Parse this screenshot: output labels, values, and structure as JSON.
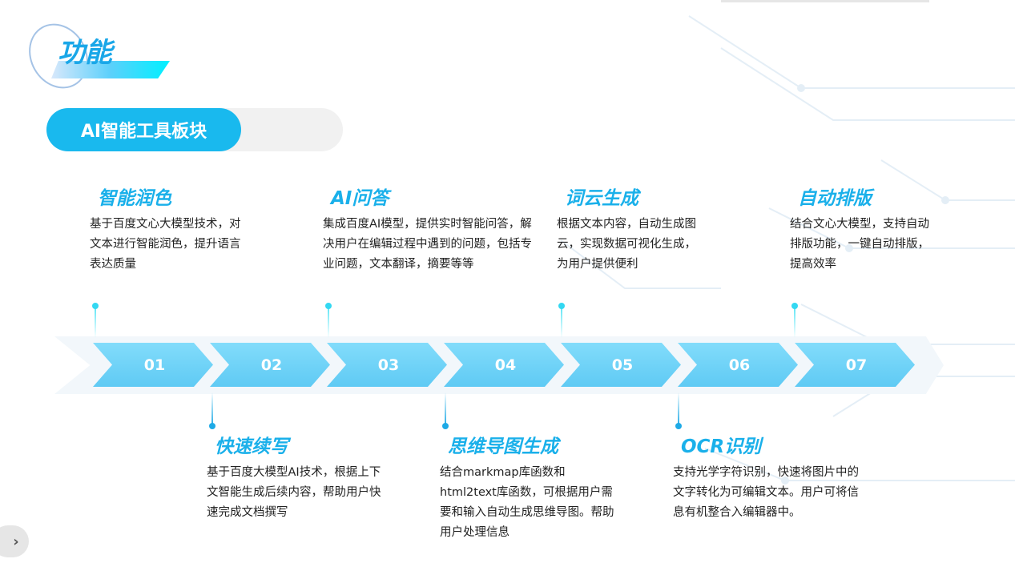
{
  "header": {
    "title": "功能",
    "section_label": "AI智能工具板块"
  },
  "steps": [
    "01",
    "02",
    "03",
    "04",
    "05",
    "06",
    "07"
  ],
  "features": [
    {
      "title": "智能润色",
      "desc": "基于百度文心大模型技术，对文本进行智能润色，提升语言表达质量"
    },
    {
      "title": "快速续写",
      "desc": "基于百度大模型AI技术，根据上下文智能生成后续内容，帮助用户快速完成文档撰写"
    },
    {
      "title": "AI问答",
      "desc": "集成百度AI模型，提供实时智能问答，解决用户在编辑过程中遇到的问题，包括专业问题，文本翻译，摘要等等"
    },
    {
      "title": "思维导图生成",
      "desc": "结合markmap库函数和html2text库函数，可根据用户需要和输入自动生成思维导图。帮助用户处理信息"
    },
    {
      "title": "词云生成",
      "desc": "根据文本内容，自动生成图云，实现数据可视化生成，为用户提供便利"
    },
    {
      "title": "OCR识别",
      "desc": "支持光学字符识别，快速将图片中的文字转化为可编辑文本。用户可将信息有机整合入编辑器中。"
    },
    {
      "title": "自动排版",
      "desc": "结合文心大模型，支持自动排版功能，一键自动排版，提高效率"
    }
  ],
  "nav": {
    "next_label": "›"
  },
  "colors": {
    "accent": "#19b9ee",
    "chevron": "#6fd3f8"
  }
}
